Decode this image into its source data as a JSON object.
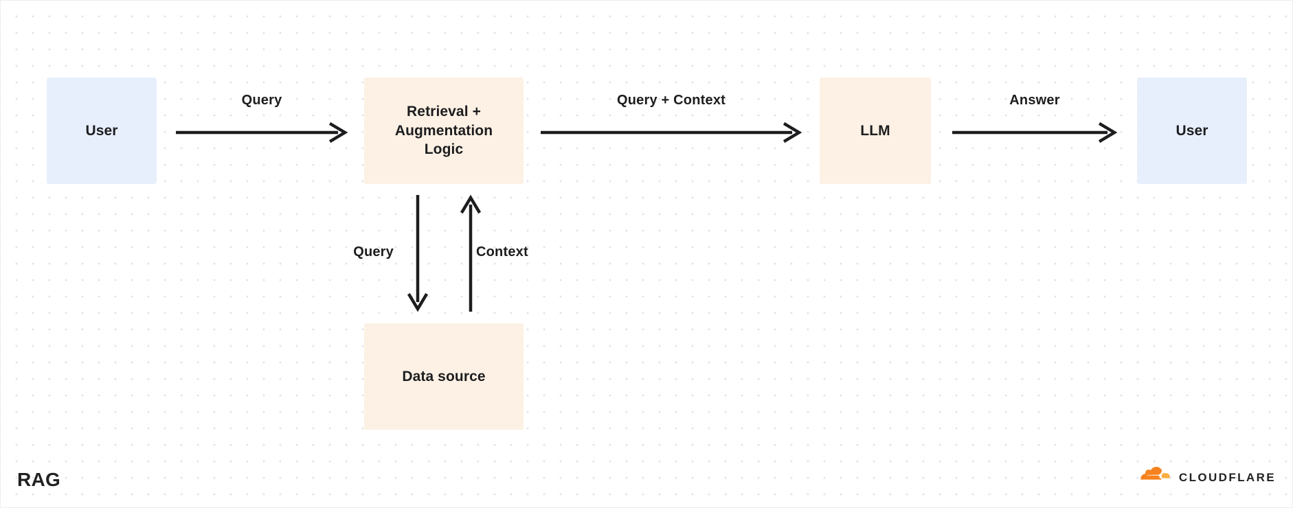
{
  "diagram": {
    "title": "RAG",
    "type": "flow-diagram",
    "background": {
      "color": "#ffffff",
      "grid": "dot-grid",
      "dot_color": "#e3e3e6"
    },
    "colors": {
      "node_blue": "#e8effc",
      "node_cream": "#fcf1e4",
      "text": "#1d1d1f",
      "edge": "#1d1d1f",
      "brand_orange": "#f6821f",
      "brand_amber": "#fbad41"
    },
    "nodes": [
      {
        "id": "user-left",
        "label": "User",
        "style": "blue"
      },
      {
        "id": "retrieval",
        "label": "Retrieval + Augmentation Logic",
        "style": "cream"
      },
      {
        "id": "llm",
        "label": "LLM",
        "style": "cream"
      },
      {
        "id": "user-right",
        "label": "User",
        "style": "blue"
      },
      {
        "id": "datasource",
        "label": "Data source",
        "style": "cream"
      }
    ],
    "node_label_lines": {
      "retrieval_line1": "Retrieval +",
      "retrieval_line2": "Augmentation",
      "retrieval_line3": "Logic"
    },
    "edges": [
      {
        "id": "query-1",
        "label": "Query",
        "from": "user-left",
        "to": "retrieval",
        "direction": "right"
      },
      {
        "id": "query-context",
        "label": "Query + Context",
        "from": "retrieval",
        "to": "llm",
        "direction": "right"
      },
      {
        "id": "answer",
        "label": "Answer",
        "from": "llm",
        "to": "user-right",
        "direction": "right"
      },
      {
        "id": "query-down",
        "label": "Query",
        "from": "retrieval",
        "to": "datasource",
        "direction": "down"
      },
      {
        "id": "context-up",
        "label": "Context",
        "from": "datasource",
        "to": "retrieval",
        "direction": "up"
      }
    ]
  },
  "brand": {
    "name": "CLOUDFLARE",
    "icon": "cloudflare-cloud-icon"
  }
}
